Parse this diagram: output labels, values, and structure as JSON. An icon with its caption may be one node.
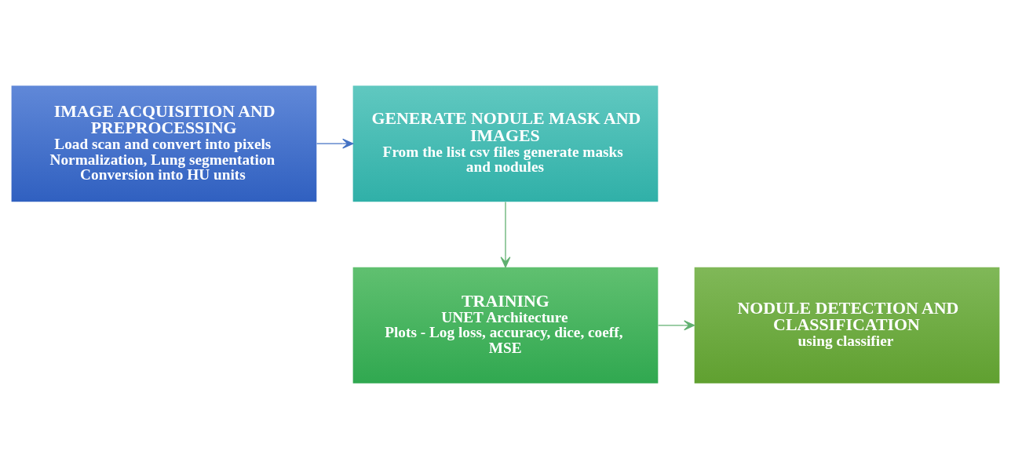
{
  "diagram": {
    "nodes": [
      {
        "text": [
          "IMAGE ACQUISITION AND PREPROCESSING",
          "Load scan and convert into pixels",
          "Normalization, Lung segmentation",
          "Conversion into HU units"
        ]
      },
      {
        "text": [
          "GENERATE NODULE MASK AND IMAGES",
          "From the list csv files generate masks and nodules"
        ]
      },
      {
        "text": [
          "TRAINING",
          "UNET Architecture",
          "Plots - Log loss, accuracy, dice, coeff, MSE"
        ]
      },
      {
        "text": [
          "NODULE DETECTION AND CLASSIFICATION",
          "using classifier"
        ]
      }
    ],
    "edges": [
      {
        "from": 0,
        "to": 1,
        "arrow": "to",
        "color": "#4472c4"
      },
      {
        "from": 1,
        "to": 2,
        "arrow": "to"
      },
      {
        "from": 2,
        "to": 3,
        "arrow": "to"
      }
    ]
  }
}
